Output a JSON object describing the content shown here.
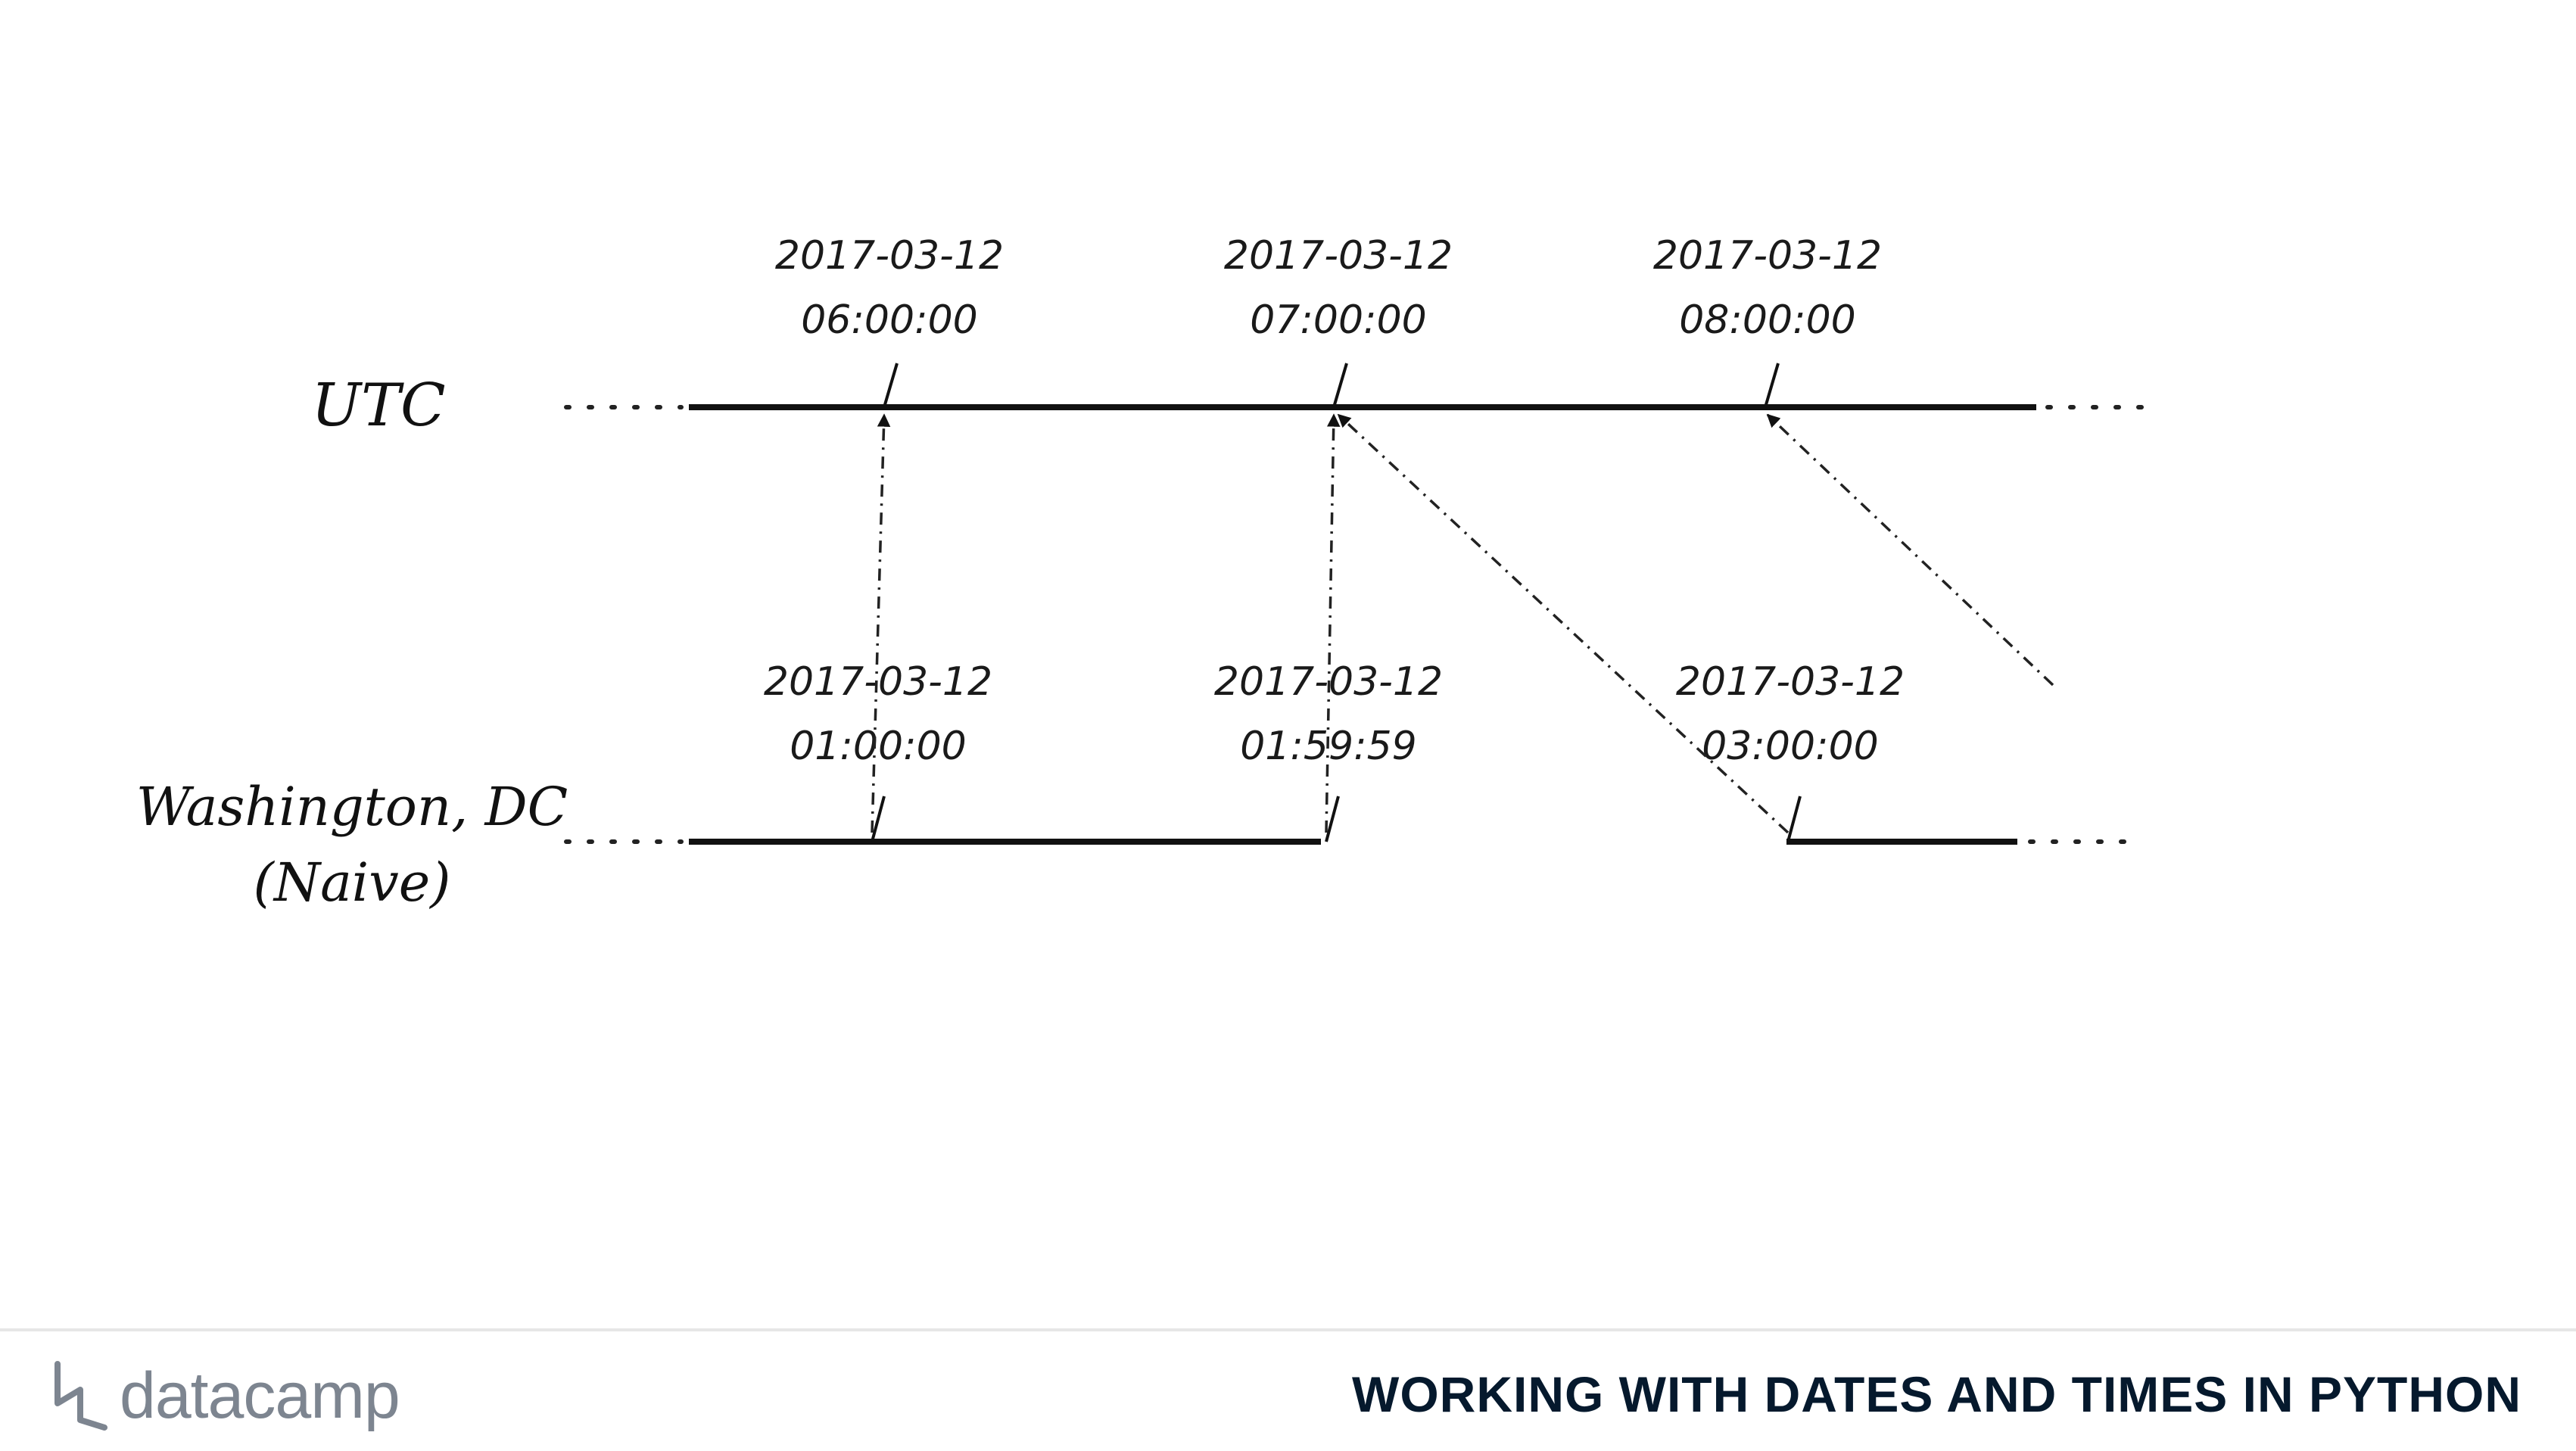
{
  "rows": [
    {
      "id": "utc",
      "label_lines": [
        "UTC"
      ]
    },
    {
      "id": "dc",
      "label_lines": [
        "Washington, DC",
        "(Naive)"
      ]
    }
  ],
  "ticks": {
    "utc": [
      {
        "date": "2017-03-12",
        "time": "06:00:00"
      },
      {
        "date": "2017-03-12",
        "time": "07:00:00"
      },
      {
        "date": "2017-03-12",
        "time": "08:00:00"
      }
    ],
    "dc": [
      {
        "date": "2017-03-12",
        "time": "01:00:00"
      },
      {
        "date": "2017-03-12",
        "time": "01:59:59"
      },
      {
        "date": "2017-03-12",
        "time": "03:00:00"
      }
    ]
  },
  "footer": {
    "logo_text": "datacamp",
    "course_title": "WORKING WITH DATES AND TIMES IN PYTHON"
  }
}
